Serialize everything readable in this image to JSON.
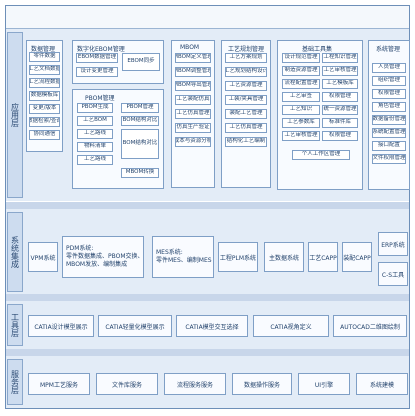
{
  "bands": {
    "application_label": "应用层",
    "system_label": "系统集成",
    "tool_label": "工具层",
    "service_label": "服务层"
  },
  "groups": {
    "data_mgmt": {
      "title": "数据管理",
      "items": [
        "零件数据",
        "工艺文档数据",
        "工艺流程数据",
        "数据模板库",
        "变更/版本",
        "数据检索/查询",
        "协同通信"
      ]
    },
    "ebom": {
      "title": "数字化EBOM管理",
      "items": [
        "EBOM数据管理",
        "设计变更管理",
        "EBOM同步"
      ]
    },
    "pbom": {
      "title": "PBOM管理",
      "items": [
        "PBOM生成",
        "PBOM管理",
        "工艺BOM",
        "工艺路线",
        "物料清单",
        "BOM结构对比",
        "工艺路线",
        "MBOM转换"
      ]
    },
    "mbom": {
      "title": "MBOM",
      "items": [
        "MBOM定义管理",
        "MBOM调整管理",
        "MBOM导出管理",
        "工艺装配仿真",
        "工艺仿真管理",
        "仿真生产验证",
        "成本与资源分析"
      ]
    },
    "process": {
      "title": "工艺规划管理",
      "items": [
        "工艺方案规划",
        "工艺规划结构设计",
        "工艺资源管理",
        "工装/夹具管理",
        "装配工艺管理",
        "工艺仿真管理",
        "结构化工艺编制"
      ]
    },
    "tech_tools": {
      "title": "基础工具集",
      "items": [
        "设计规范管理",
        "工程知识管理",
        "制造资源管理",
        "工艺审核管理",
        "流程配置管理",
        "工艺模板库",
        "工艺审签",
        "权限管理",
        "工艺知识",
        "统一资源管理",
        "工艺参数库",
        "标准件库",
        "个人工作区管理"
      ]
    },
    "sys_mgmt": {
      "title": "系统管理",
      "items": [
        "人员管理",
        "组织管理",
        "权限管理",
        "角色管理",
        "数据备份管理",
        "系统配置管理",
        "接口配置",
        "文件权限管理"
      ]
    }
  },
  "system": {
    "vpm": "VPM系统",
    "pdm": [
      "PDM系统:",
      "零件数据集成、PBOM交换、",
      "MBOM发放、编制集成"
    ],
    "mes": [
      "MES系统:",
      "零件MES、编制MES"
    ],
    "plm": "工程PLM系统",
    "main": "主数据系统",
    "capp2": "工艺CAPP",
    "capp3": "装配CAPP",
    "erp": "ERP系统",
    "crs": "C-S工具"
  },
  "tools": [
    "CATIA设计模型展示",
    "CATIA轻量化模型展示",
    "CATIA模型交互选择",
    "CATIA视角定义",
    "AUTOCAD二维图绘制"
  ],
  "services": [
    "MPM工艺服务",
    "文件库服务",
    "流程服务服务",
    "数据操作服务",
    "UI引擎",
    "系统建模"
  ],
  "colors": {
    "border": "#7f9fc6",
    "band": "#e3ecf7",
    "text": "#24446d"
  }
}
